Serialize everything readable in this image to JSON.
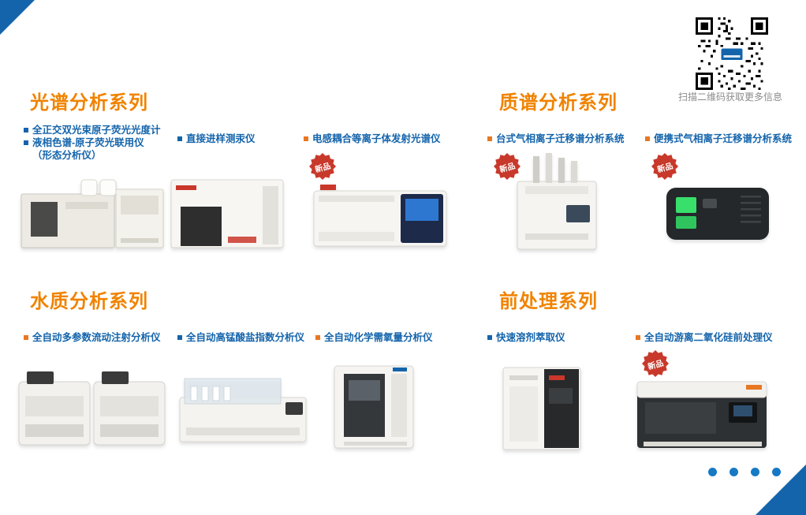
{
  "header": {
    "qr_caption": "扫描二维码获取更多信息"
  },
  "badge": {
    "new_label": "新品"
  },
  "pagination": {
    "dot_count": 4
  },
  "colors": {
    "section_heading": "#f08300",
    "product_label": "#1464ab",
    "bullet_blue": "#1464ab",
    "bullet_orange": "#e87722",
    "badge_red": "#c8392b",
    "pagination_dot": "#1779c4",
    "corner_triangle": "#1464ab"
  },
  "sections": {
    "spectroscopy": {
      "title": "光谱分析系列",
      "products": {
        "afs": {
          "line1": "全正交双光束原子荧光光度计",
          "line2": "液相色谱-原子荧光联用仪",
          "line3": "（形态分析仪）"
        },
        "mercury": {
          "label": "直接进样测汞仪"
        },
        "icp": {
          "label": "电感耦合等离子体发射光谱仪",
          "is_new": true
        }
      }
    },
    "mass_spectrometry": {
      "title": "质谱分析系列",
      "products": {
        "benchtop_gcims": {
          "label": "台式气相离子迁移谱分析系统",
          "is_new": true
        },
        "portable_gcims": {
          "label": "便携式气相离子迁移谱分析系统",
          "is_new": true
        }
      }
    },
    "water_quality": {
      "title": "水质分析系列",
      "products": {
        "flow_injection": {
          "label": "全自动多参数流动注射分析仪"
        },
        "permanganate": {
          "label": "全自动高锰酸盐指数分析仪"
        },
        "cod": {
          "label": "全自动化学需氧量分析仪"
        }
      }
    },
    "pretreatment": {
      "title": "前处理系列",
      "products": {
        "solvent_extraction": {
          "label": "快速溶剂萃取仪"
        },
        "silica": {
          "label": "全自动游离二氧化硅前处理仪",
          "is_new": true
        }
      }
    }
  }
}
